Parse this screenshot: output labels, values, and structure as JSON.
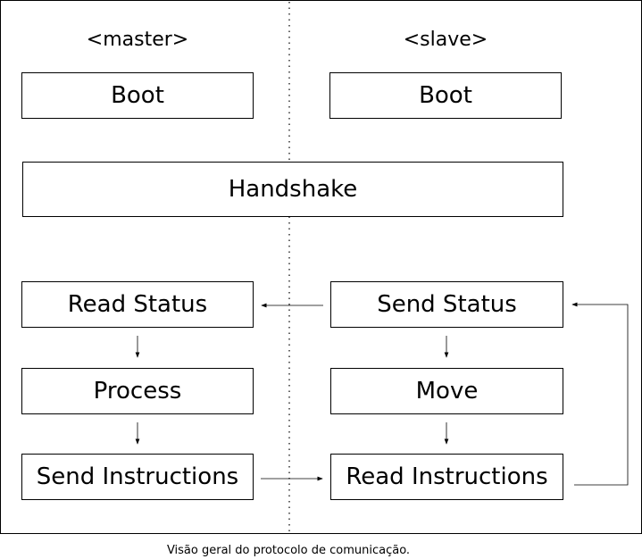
{
  "headings": {
    "master": "<master>",
    "slave": "<slave>"
  },
  "master": {
    "boot": "Boot",
    "read_status": "Read Status",
    "process": "Process",
    "send_instructions": "Send Instructions"
  },
  "slave": {
    "boot": "Boot",
    "send_status": "Send Status",
    "move": "Move",
    "read_instructions": "Read Instructions"
  },
  "shared": {
    "handshake": "Handshake"
  },
  "caption": "Visão geral do protocolo de comunicação."
}
